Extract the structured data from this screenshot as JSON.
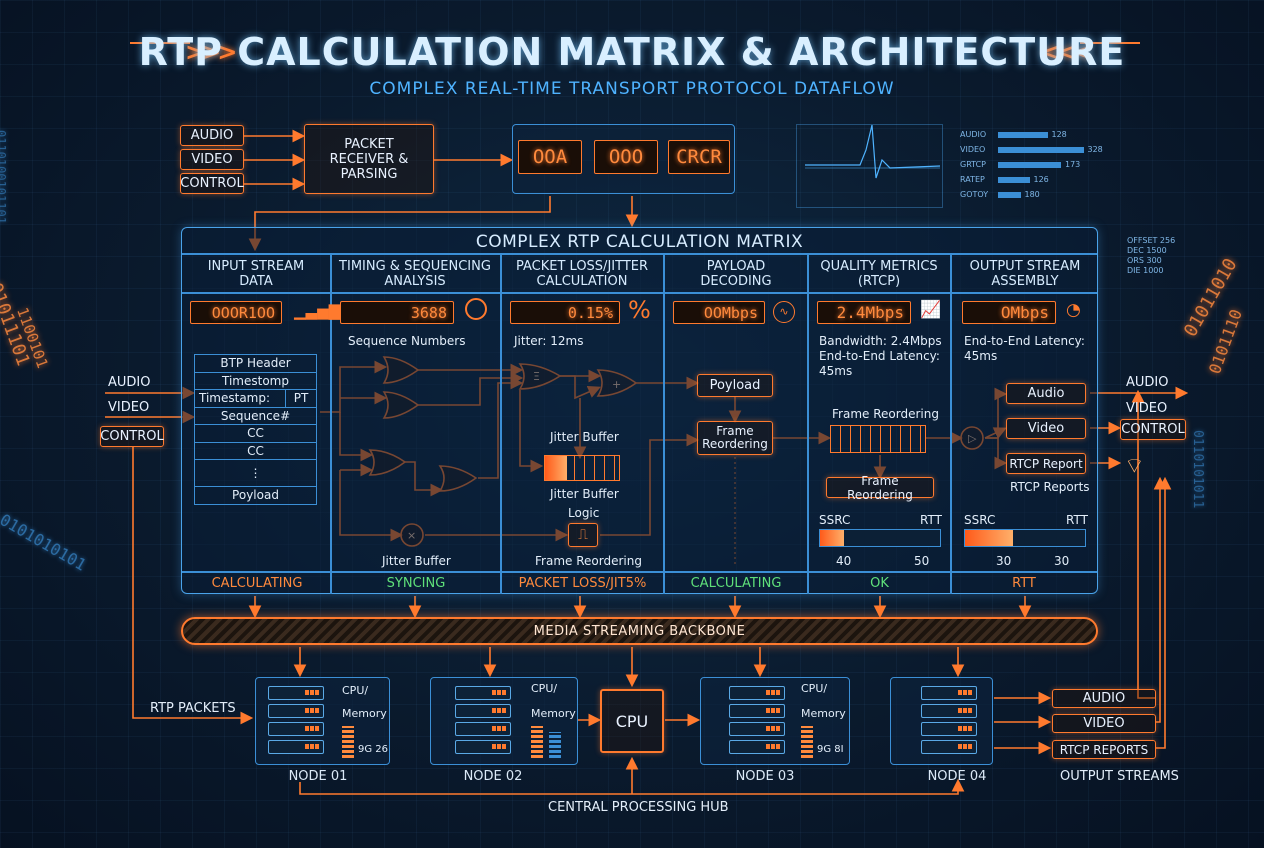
{
  "header": {
    "title": "RTP CALCULATION MATRIX & ARCHITECTURE",
    "subtitle": "COMPLEX REAL-TIME TRANSPORT PROTOCOL DATAFLOW"
  },
  "inputs_top": [
    "AUDIO",
    "VIDEO",
    "CONTROL"
  ],
  "receiver": {
    "label": "PACKET RECEIVER & PARSING"
  },
  "top_displays": [
    "OOA",
    "OOO",
    "CRCR"
  ],
  "top_panel": {
    "rows": [
      {
        "label": "AUDIO",
        "value": "128",
        "fraction": 0.55
      },
      {
        "label": "VIDEO",
        "value": "328",
        "fraction": 0.95
      },
      {
        "label": "GRTCP",
        "value": "173",
        "fraction": 0.7
      },
      {
        "label": "RATEP",
        "value": "126",
        "fraction": 0.35
      },
      {
        "label": "GOTOY",
        "value": "180",
        "fraction": 0.25
      }
    ]
  },
  "right_bars": [
    {
      "label": "OFFSET",
      "value": "256"
    },
    {
      "label": "DEC",
      "value": "1500"
    },
    {
      "label": "ORS",
      "value": "300"
    },
    {
      "label": "DIE",
      "value": "1000"
    }
  ],
  "matrix": {
    "title": "COMPLEX RTP CALCULATION MATRIX",
    "columns": [
      {
        "title": "INPUT STREAM DATA",
        "display": "OOOR1OO",
        "status": "CALCULATING",
        "status_color": "#ff8a3d"
      },
      {
        "title": "TIMING & SEQUENCING ANALYSIS",
        "display": "3688",
        "status": "SYNCING",
        "status_color": "#5fe07a"
      },
      {
        "title": "PACKET LOSS/JITTER CALCULATION",
        "display": "0.15%",
        "status": "PACKET LOSS/JIT5%",
        "status_color": "#ff8a3d"
      },
      {
        "title": "PAYLOAD DECODING",
        "display": "OOMbps",
        "status": "CALCULATING",
        "status_color": "#5fe07a"
      },
      {
        "title": "QUALITY METRICS (RTCP)",
        "display": "2.4Mbps",
        "status": "OK",
        "status_color": "#5fe07a"
      },
      {
        "title": "OUTPUT STREAM ASSEMBLY",
        "display": "OMbps",
        "status": "RTT",
        "status_color": "#ff8a3d"
      }
    ],
    "header_rows": [
      "BTP Header",
      "Timestomp",
      "Timestamp:",
      "PT",
      "Sequence#",
      "CC",
      "CC",
      "⋮",
      "Poyload"
    ],
    "timing": {
      "label": "Sequence Numbers",
      "jitter": "Jitter Buffer"
    },
    "loss": {
      "jitter_label": "Jitter: 12ms",
      "jitter_buffer_1": "Jitter Buffer",
      "jitter_buffer_2": "Jitter Buffer",
      "logic": "Logic",
      "frame_reordering": "Frame Reordering",
      "percent_icon": "%"
    },
    "payload": {
      "payload": "Poyload",
      "frame": "Frame Reordering"
    },
    "quality": {
      "bandwidth": "Bandwidth: 2.4Mbps",
      "latency": "End-to-End Latency: 45ms",
      "frame1": "Frame Reordering",
      "frame2": "Frame Reordering",
      "meter_left": "SSRC",
      "meter_right": "RTT",
      "tick_a": "40",
      "tick_b": "50",
      "meter_fraction": 0.2
    },
    "output": {
      "latency": "End-to-End Latency: 45ms",
      "audio": "Audio",
      "video": "Video",
      "rtcp": "RTCP Report",
      "rtcp_reports": "RTCP Reports",
      "meter_left": "SSRC",
      "meter_right": "RTT",
      "tick_a": "30",
      "tick_b": "30",
      "meter_fraction": 0.4
    }
  },
  "left_streams": [
    "AUDIO",
    "VIDEO",
    "CONTROL"
  ],
  "right_streams": [
    "AUDIO",
    "VIDEO",
    "CONTROL"
  ],
  "backbone": {
    "label": "MEDIA STREAMING BACKBONE"
  },
  "nodes": [
    {
      "label": "NODE 01",
      "cpu": "CPU/",
      "mem": "Memory",
      "readout": "9G 26"
    },
    {
      "label": "NODE 02",
      "cpu": "CPU/",
      "mem": "Memory",
      "readout": ""
    },
    {
      "label": "NODE 03",
      "cpu": "CPU/",
      "mem": "Memory",
      "readout": "9G 8I"
    },
    {
      "label": "NODE 04",
      "cpu": "",
      "mem": "",
      "readout": ""
    }
  ],
  "cpu_chip": {
    "label": "CPU"
  },
  "rtp_packets": "RTP PACKETS",
  "hub": "CENTRAL PROCESSING HUB",
  "outputs": [
    "AUDIO",
    "VIDEO",
    "RTCP REPORTS"
  ],
  "output_streams": "OUTPUT STREAMS",
  "colors": {
    "accent": "#ff7a2e",
    "wire": "#3b8fd6",
    "ok": "#5fe07a"
  }
}
